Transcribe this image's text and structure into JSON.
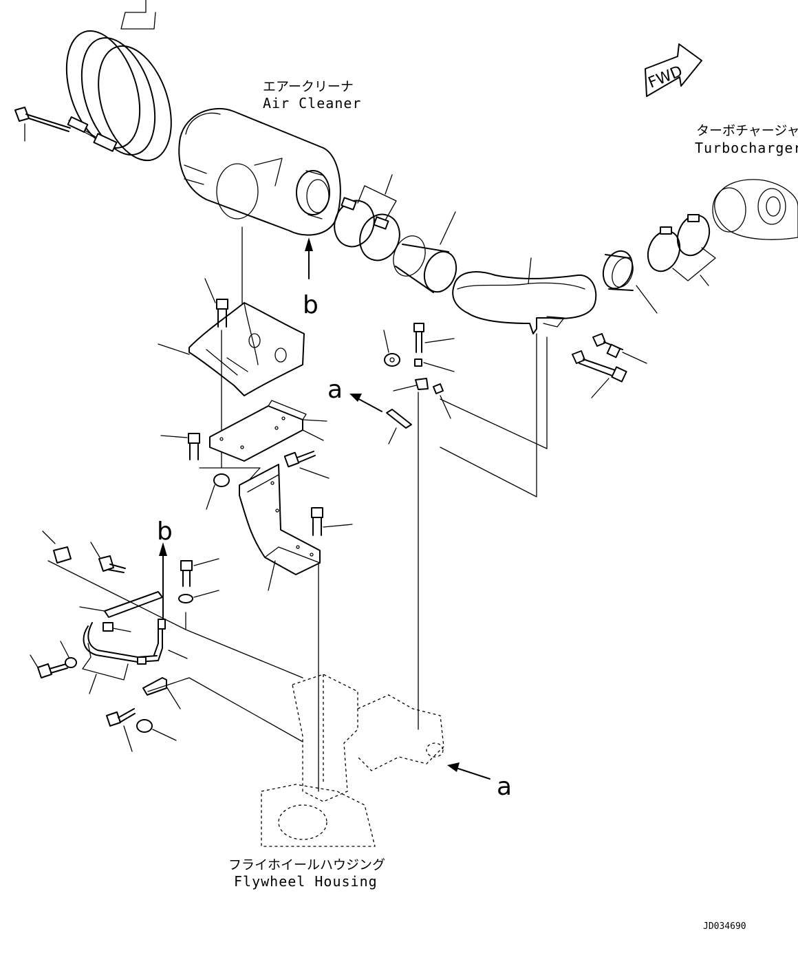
{
  "labels": {
    "air_cleaner_jp": "エアークリーナ",
    "air_cleaner_en": "Air Cleaner",
    "turbo_jp": "ターボチャージャ",
    "turbo_en": "Turbocharger",
    "flywheel_jp": "フライホイールハウジング",
    "flywheel_en": "Flywheel Housing",
    "forward": "FWD",
    "ref_a": "a",
    "ref_b": "b",
    "drawing_code": "JD034690"
  }
}
